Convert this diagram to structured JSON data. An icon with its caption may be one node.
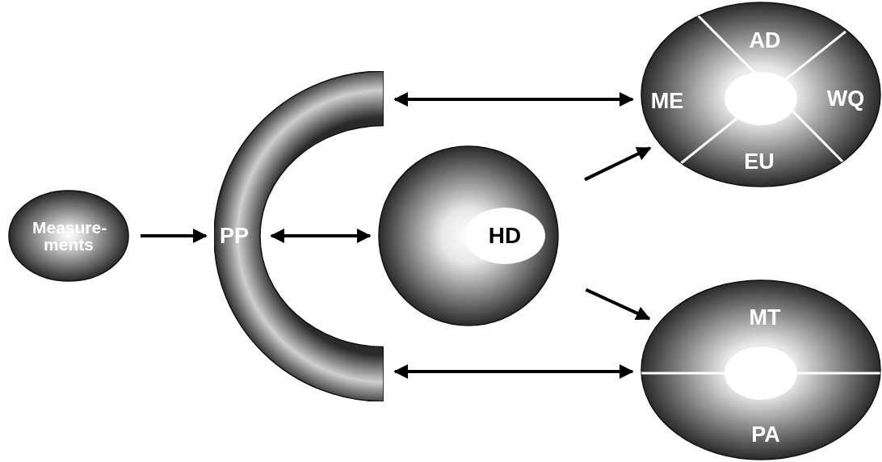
{
  "diagram": {
    "nodes": [
      {
        "text": [
          "Measure- ments"
        ]
      },
      {
        "text": [
          "PP"
        ]
      },
      {
        "text": [
          "HD"
        ]
      },
      {
        "text": [
          "AD",
          "ME",
          "WQ",
          "EU"
        ]
      },
      {
        "text": [
          "MT",
          "PA"
        ]
      }
    ],
    "edges": [
      {
        "from": 0,
        "to": 1,
        "arrow": "to"
      },
      {
        "from": 1,
        "to": 2,
        "arrow": "both"
      },
      {
        "from": 1,
        "to": 3,
        "arrow": "both"
      },
      {
        "from": 1,
        "to": 4,
        "arrow": "both"
      },
      {
        "from": 2,
        "to": 3,
        "arrow": "to"
      },
      {
        "from": 2,
        "to": 4,
        "arrow": "to"
      }
    ]
  }
}
